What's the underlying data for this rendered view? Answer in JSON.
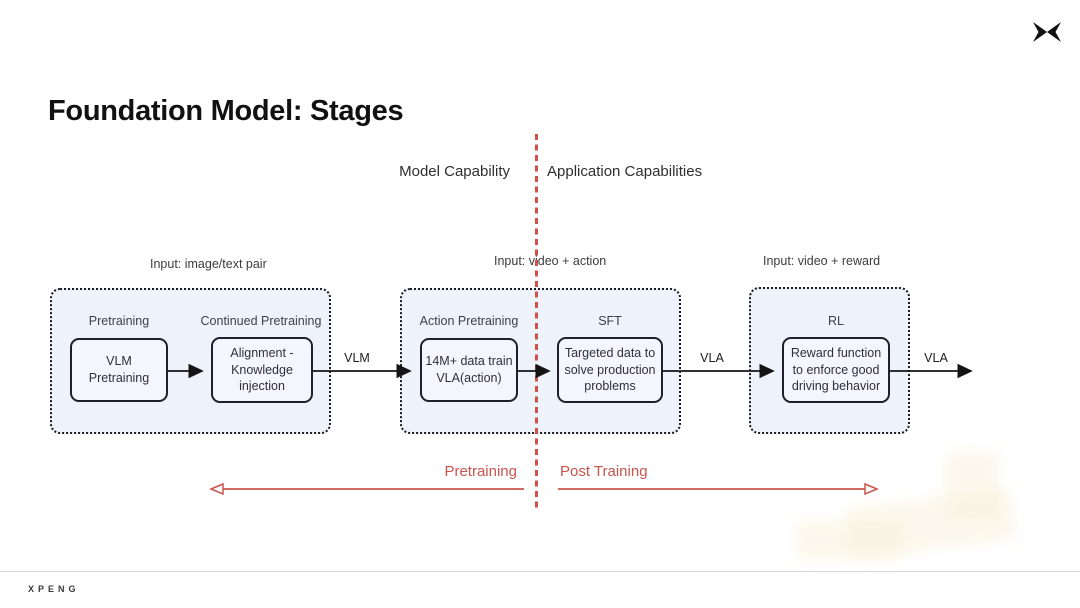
{
  "page": {
    "title": "Foundation Model: Stages",
    "footer_wordmark": "XPENG",
    "icons": {
      "brand": "xpeng-x-icon"
    },
    "colors": {
      "accent_red": "#cb544e",
      "group_fill": "#edf2fb",
      "node_border": "#1f1f2e",
      "line_black": "#141414"
    }
  },
  "capability_divider": {
    "left_label": "Model Capability",
    "right_label": "Application Capabilities"
  },
  "io_labels": [
    {
      "input": "Input: image/text pair",
      "output": "Output: VLM"
    },
    {
      "input": "Input: video + action",
      "output": "Output: VLA"
    },
    {
      "input": "Input: video + reward",
      "output": "Output: VLA"
    }
  ],
  "stages": [
    {
      "label": "Pretraining",
      "box": "VLM Pretraining"
    },
    {
      "label": "Continued Pretraining",
      "box": "Alignment - Knowledge injection"
    },
    {
      "label": "Action Pretraining",
      "box": "14M+ data train VLA(action)"
    },
    {
      "label": "SFT",
      "box": "Targeted data to solve production problems"
    },
    {
      "label": "RL",
      "box": "Reward function to enforce good driving behavior"
    }
  ],
  "flow_labels": {
    "after_group1": "VLM",
    "after_group2": "VLA",
    "after_group3": "VLA"
  },
  "phase_axis": {
    "left": "Pretraining",
    "right": "Post Training"
  }
}
